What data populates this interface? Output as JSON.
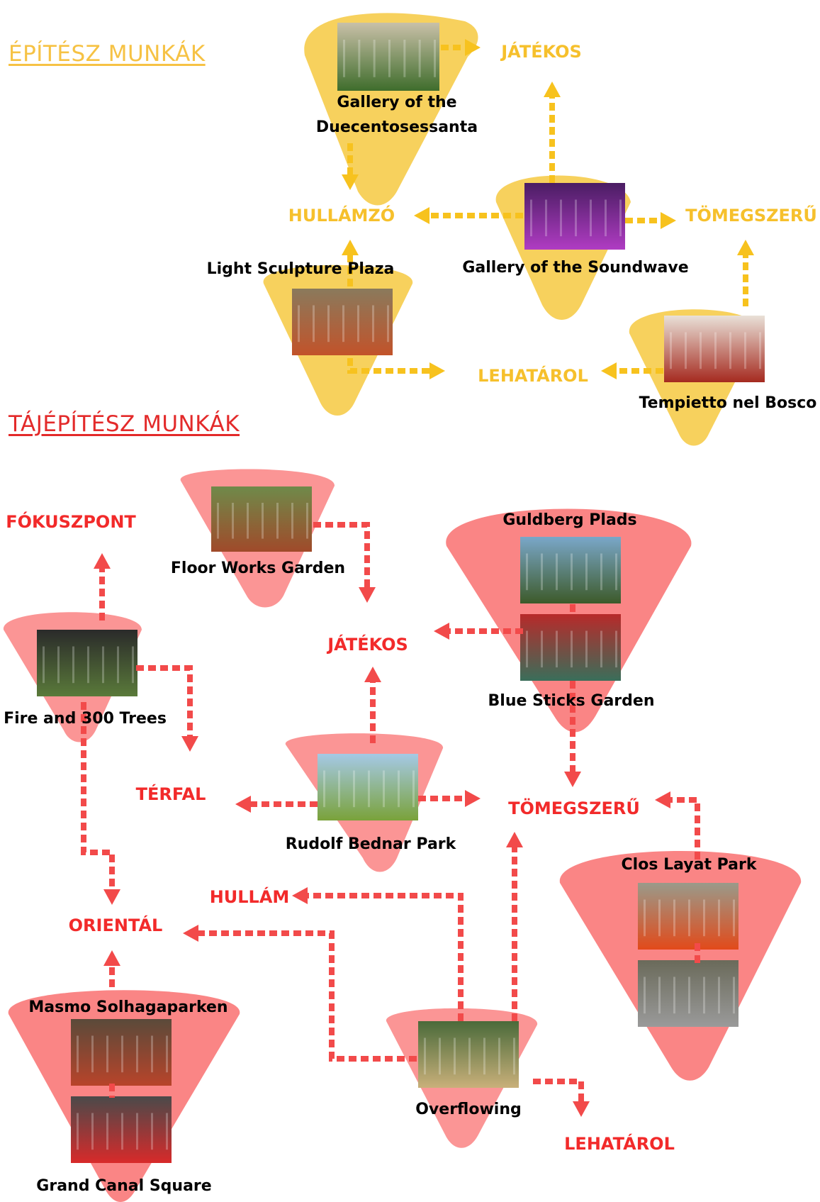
{
  "sections": {
    "architecture": {
      "title": "ÉPÍTÉSZ MUNKÁK",
      "color": "#f6c244"
    },
    "landscape": {
      "title": "TÁJÉPÍTÉSZ MUNKÁK",
      "color": "#e32a2a"
    }
  },
  "colors": {
    "yellow_shape": "#f7d15d",
    "yellow_text": "#f6c02c",
    "yellow_arrow": "#f7c21e",
    "red_shape": "#fa8585",
    "red_shape_light": "#fb9595",
    "red_text": "#f22a2a",
    "red_arrow": "#f24a4a"
  },
  "architecture": {
    "projects": [
      {
        "id": "duecento",
        "lines": [
          "Gallery of the",
          "Duecentosessanta"
        ]
      },
      {
        "id": "soundwave",
        "lines": [
          "Gallery of the Soundwave"
        ]
      },
      {
        "id": "lightplaza",
        "lines": [
          "Light Sculpture Plaza"
        ]
      },
      {
        "id": "tempietto",
        "lines": [
          "Tempietto nel Bosco"
        ]
      }
    ],
    "categories": [
      {
        "id": "jatekos",
        "label": "JÁTÉKOS"
      },
      {
        "id": "hullamzo",
        "label": "HULLÁMZÓ"
      },
      {
        "id": "tomegszeru",
        "label": "TÖMEGSZERŰ"
      },
      {
        "id": "lehatarol",
        "label": "LEHATÁROL"
      }
    ]
  },
  "landscape": {
    "projects": [
      {
        "id": "floorworks",
        "lines": [
          "Floor Works Garden"
        ]
      },
      {
        "id": "guldberg",
        "lines": [
          "Guldberg Plads"
        ]
      },
      {
        "id": "bluesticks",
        "lines": [
          "Blue Sticks Garden"
        ]
      },
      {
        "id": "fire300",
        "lines": [
          "Fire and 300 Trees"
        ]
      },
      {
        "id": "bednar",
        "lines": [
          "Rudolf Bednar Park"
        ]
      },
      {
        "id": "closlayat",
        "lines": [
          "Clos Layat Park"
        ]
      },
      {
        "id": "masmo",
        "lines": [
          "Masmo Solhagaparken"
        ]
      },
      {
        "id": "grandcanal",
        "lines": [
          "Grand Canal Square"
        ]
      },
      {
        "id": "overflowing",
        "lines": [
          "Overflowing"
        ]
      }
    ],
    "categories": [
      {
        "id": "fokuszpont",
        "label": "FÓKUSZPONT"
      },
      {
        "id": "jatekos",
        "label": "JÁTÉKOS"
      },
      {
        "id": "terfal",
        "label": "TÉRFAL"
      },
      {
        "id": "tomegszeru",
        "label": "TÖMEGSZERŰ"
      },
      {
        "id": "hullam",
        "label": "HULLÁM"
      },
      {
        "id": "orientál",
        "label": "ORIENTÁL"
      },
      {
        "id": "lehatarol",
        "label": "LEHATÁROL"
      }
    ]
  },
  "photos": [
    {
      "id": "duecento-photo",
      "icon": "photo-icon",
      "colors": [
        "#c9c0a8",
        "#3f6d2c"
      ]
    },
    {
      "id": "soundwave-photo",
      "icon": "photo-icon",
      "colors": [
        "#4a1d63",
        "#b03cc3"
      ]
    },
    {
      "id": "lightplaza-photo",
      "icon": "photo-icon",
      "colors": [
        "#8a7a5c",
        "#c2532a"
      ]
    },
    {
      "id": "tempietto-photo",
      "icon": "photo-icon",
      "colors": [
        "#e9e1d8",
        "#a52a1f"
      ]
    },
    {
      "id": "floorworks-photo",
      "icon": "photo-icon",
      "colors": [
        "#6f8a4a",
        "#a04a2a"
      ]
    },
    {
      "id": "guldberg-photo",
      "icon": "photo-icon",
      "colors": [
        "#7aa7c9",
        "#3d5a2a"
      ]
    },
    {
      "id": "bluesticks-photo",
      "icon": "photo-icon",
      "colors": [
        "#b82a2a",
        "#3a6e5a"
      ]
    },
    {
      "id": "fire300-photo",
      "icon": "photo-icon",
      "colors": [
        "#2a2a2a",
        "#5a7a3a"
      ]
    },
    {
      "id": "bednar-photo",
      "icon": "photo-icon",
      "colors": [
        "#a5c9e6",
        "#7aa23a"
      ]
    },
    {
      "id": "closlayat-photo1",
      "icon": "photo-icon",
      "colors": [
        "#9a9a8a",
        "#e24a1a"
      ]
    },
    {
      "id": "closlayat-photo2",
      "icon": "photo-icon",
      "colors": [
        "#6a6a5a",
        "#9a9a9a"
      ]
    },
    {
      "id": "masmo-photo",
      "icon": "photo-icon",
      "colors": [
        "#5a4a3a",
        "#b8442a"
      ]
    },
    {
      "id": "grandcanal-photo",
      "icon": "photo-icon",
      "colors": [
        "#4a4a4a",
        "#d82a2a"
      ]
    },
    {
      "id": "overflowing-photo",
      "icon": "photo-icon",
      "colors": [
        "#4a6a3a",
        "#c9b07a"
      ]
    }
  ]
}
